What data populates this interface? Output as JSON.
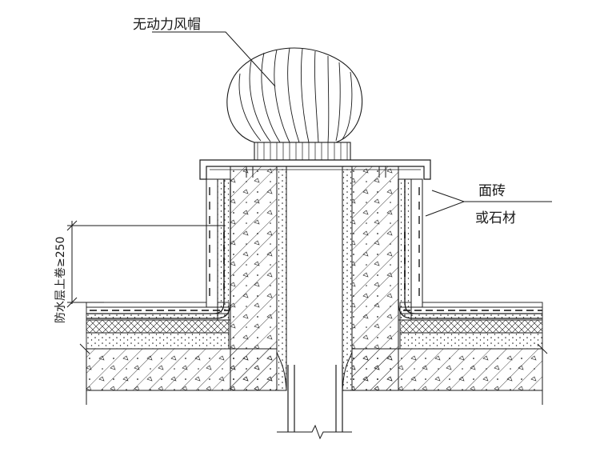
{
  "labels": {
    "ventilator": "无动力风帽",
    "tile_line1": "面砖",
    "tile_line2": "或石材",
    "waterproof_upturn": "防水层上卷≥250"
  },
  "colors": {
    "line": "#1a1a1a",
    "background": "#ffffff"
  }
}
